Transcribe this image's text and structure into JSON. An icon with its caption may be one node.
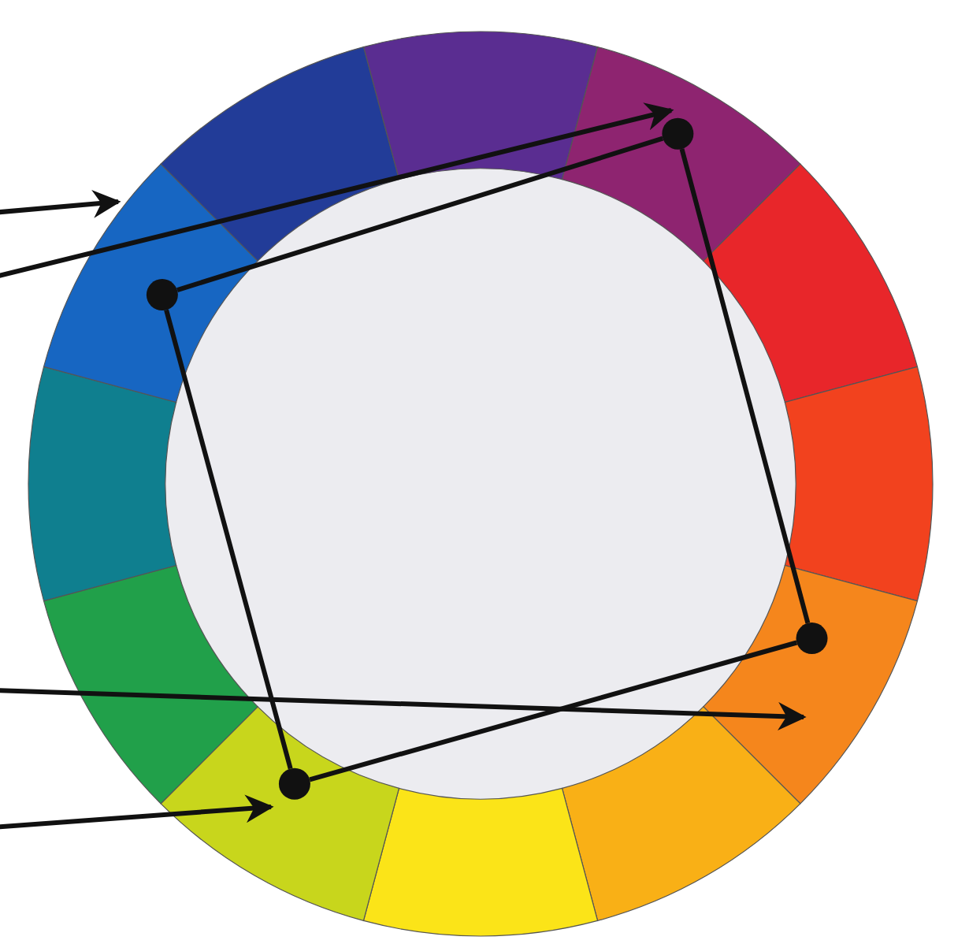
{
  "diagram": {
    "nodes": [
      {
        "text": [],
        "shape": "box"
      },
      {
        "text": [],
        "shape": "box"
      },
      {
        "text": [],
        "shape": "box"
      },
      {
        "text": [],
        "shape": "box"
      },
      {
        "text": [],
        "shape": "box"
      },
      {
        "text": [],
        "shape": "box"
      },
      {
        "text": [],
        "shape": "box"
      },
      {
        "text": [],
        "shape": "box"
      },
      {
        "text": [],
        "shape": "box"
      },
      {
        "text": [],
        "shape": "box"
      },
      {
        "text": [],
        "shape": "box"
      },
      {
        "text": [],
        "shape": "box"
      },
      {
        "text": [],
        "shape": "circle",
        "in": 1
      },
      {
        "text": [],
        "shape": "circle",
        "in": 10
      },
      {
        "text": [],
        "shape": "circle",
        "in": 7
      },
      {
        "text": [],
        "shape": "circle",
        "in": 4
      }
    ],
    "edges": [
      {
        "from": 12,
        "to": 13,
        "arrow": "none"
      },
      {
        "from": 13,
        "to": 14,
        "arrow": "none"
      },
      {
        "from": 14,
        "to": 15,
        "arrow": "none"
      },
      {
        "from": 15,
        "to": 12,
        "arrow": "none"
      },
      {
        "from": null,
        "to": 10,
        "arrow": "to"
      },
      {
        "from": null,
        "to": 1,
        "arrow": "to"
      },
      {
        "from": null,
        "to": 4,
        "arrow": "to"
      },
      {
        "from": null,
        "to": 7,
        "arrow": "to"
      }
    ]
  }
}
